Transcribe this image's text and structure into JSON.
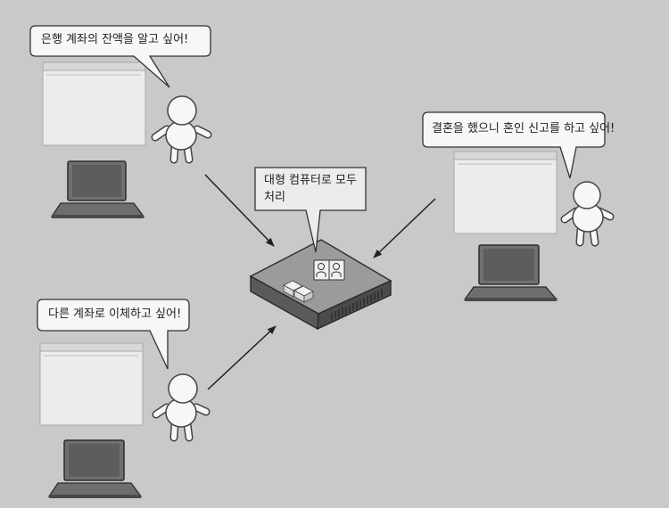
{
  "users": [
    {
      "id": "top-left",
      "speech": "은행 계좌의 잔액을 알고 싶어!"
    },
    {
      "id": "bottom-left",
      "speech": "다른 계좌로 이체하고 싶어!"
    },
    {
      "id": "right",
      "speech": "결혼을 했으니 혼인 신고를 하고 싶어!"
    }
  ],
  "mainframe": {
    "caption": "대형 컴퓨터로 모두 처리"
  }
}
